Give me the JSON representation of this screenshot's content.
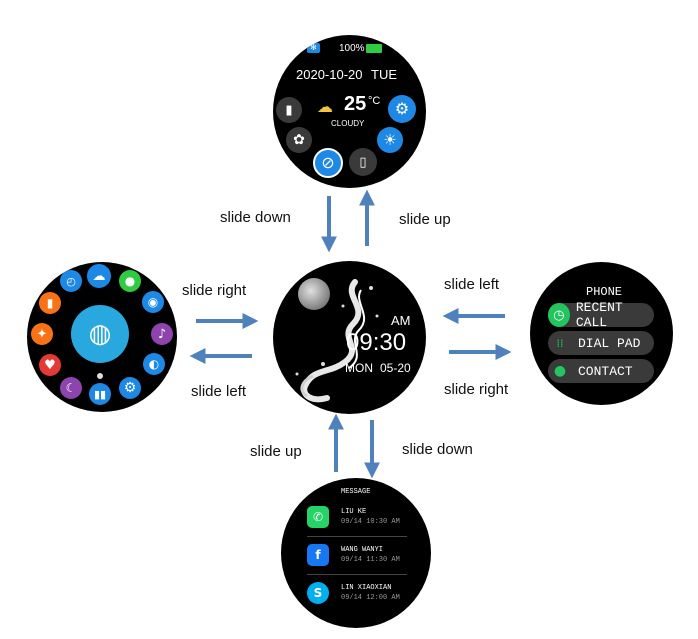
{
  "labels": {
    "top_down": "slide down",
    "top_up": "slide up",
    "left_right": "slide right",
    "left_left": "slide left",
    "right_left": "slide left",
    "right_right": "slide right",
    "bottom_up": "slide up",
    "bottom_down": "slide down"
  },
  "top_watch": {
    "battery": "100%",
    "date": "2020-10-20",
    "weekday": "TUE",
    "temperature": "25",
    "temp_unit": "°C",
    "weather": "CLOUDY"
  },
  "center_watch": {
    "ampm": "AM",
    "time": "09:30",
    "weekday": "MON",
    "date": "05-20"
  },
  "right_watch": {
    "title": "PHONE",
    "items": [
      {
        "label": "RECENT CALL",
        "icon": "clock-icon"
      },
      {
        "label": "DIAL PAD",
        "icon": "dial-pad-icon"
      },
      {
        "label": "CONTACT",
        "icon": "person-icon"
      }
    ]
  },
  "bottom_watch": {
    "title": "MESSAGE",
    "messages": [
      {
        "name": "LIU KE",
        "time": "09/14 10:30 AM",
        "app": "whatsapp"
      },
      {
        "name": "WANG WANYI",
        "time": "09/14 11:30 AM",
        "app": "facebook"
      },
      {
        "name": "LIN XIAOXIAN",
        "time": "09/14 12:00 AM",
        "app": "skype"
      }
    ]
  },
  "colors": {
    "arrow": "#4f81bd",
    "green": "#22c55e",
    "blue": "#1e88e5"
  }
}
